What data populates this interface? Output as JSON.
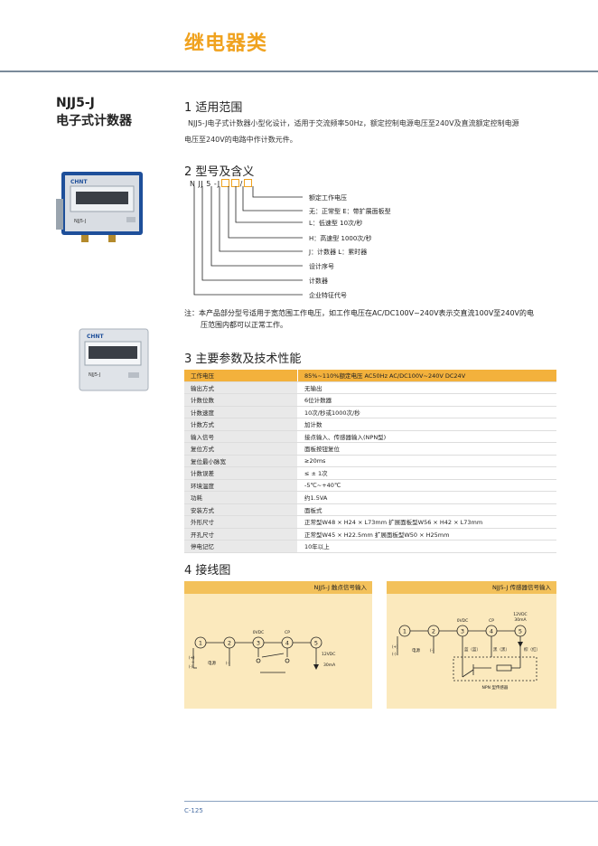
{
  "category_title": "继电器类",
  "product_name": [
    "NJJ5-J",
    "电子式计数器"
  ],
  "sections": {
    "s1_title": "1 适用范围",
    "s1_text": [
      "NJJ5-J电子式计数器小型化设计，适用于交流频率50Hz，额定控制电源电压至240V及直流额定控制电源",
      "电压至240V的电路中作计数元件。"
    ],
    "s2_title": "2 型号及含义",
    "s3_title": "3 主要参数及技术性能",
    "s4_title": "4 接线图"
  },
  "model": {
    "code": "N JJ 5 -J",
    "labels": [
      "额定工作电压",
      "无：正常型  E：带扩展面板型",
      "L：低速型 10次/秒",
      "H：高速型 1000次/秒",
      "J：计数器  L：累时器",
      "设计序号",
      "计数器",
      "企业特征代号"
    ]
  },
  "note": [
    "注：本产品部分型号适用于宽范围工作电压，如工作电压在AC/DC100V~240V表示交直流100V至240V的电",
    "压范围内都可以正常工作。"
  ],
  "spec_table": [
    [
      "工作电压",
      "85%~110%额定电压 AC50Hz  AC/DC100V~240V   DC24V"
    ],
    [
      "输出方式",
      "无输出"
    ],
    [
      "计数位数",
      "6位计数器"
    ],
    [
      "计数速度",
      "10次/秒或1000次/秒"
    ],
    [
      "计数方式",
      "加计数"
    ],
    [
      "输入信号",
      "接点输入、传感器输入(NPN型)"
    ],
    [
      "复位方式",
      "面板按钮复位"
    ],
    [
      "复位最小脉宽",
      "≥20ms"
    ],
    [
      "计数误差",
      "≤ ± 1次"
    ],
    [
      "环境温度",
      "-5℃~+40℃"
    ],
    [
      "功耗",
      "约1.5VA"
    ],
    [
      "安装方式",
      "面板式"
    ],
    [
      "外形尺寸",
      "正常型W48 × H24 × L73mm  扩展面板型W56 × H42 × L73mm"
    ],
    [
      "开孔尺寸",
      "正常型W45 × H22.5mm   扩展面板型W50 × H25mm"
    ],
    [
      "停电记忆",
      "10年以上"
    ]
  ],
  "diagram1": {
    "title": "NJJ5-J 触点信号输入",
    "terminals": [
      "1",
      "2",
      "3",
      "4",
      "5"
    ],
    "labels": {
      "ovdc": "0VDC",
      "cp": "CP",
      "v12": "12VDC",
      "ma": "30mA",
      "power": "电源",
      "plus": "(+)",
      "minus": "(-)",
      "tilde": "~"
    }
  },
  "diagram2": {
    "title": "NJJ5-J 传感器信号输入",
    "terminals": [
      "1",
      "2",
      "3",
      "4",
      "5"
    ],
    "labels": {
      "ovdc": "0VDC",
      "cp": "CP",
      "v12": "12VDC",
      "ma": "30mA",
      "power": "电源",
      "plus": "(+)",
      "minus": "(-)",
      "blue": "蓝（蓝）",
      "black": "黑（黑）",
      "brown": "棕（红）",
      "npn": "NPN 型传感器"
    }
  },
  "brand": "CHNT",
  "device_label": "NJJ5-J",
  "page_number": "C-125"
}
